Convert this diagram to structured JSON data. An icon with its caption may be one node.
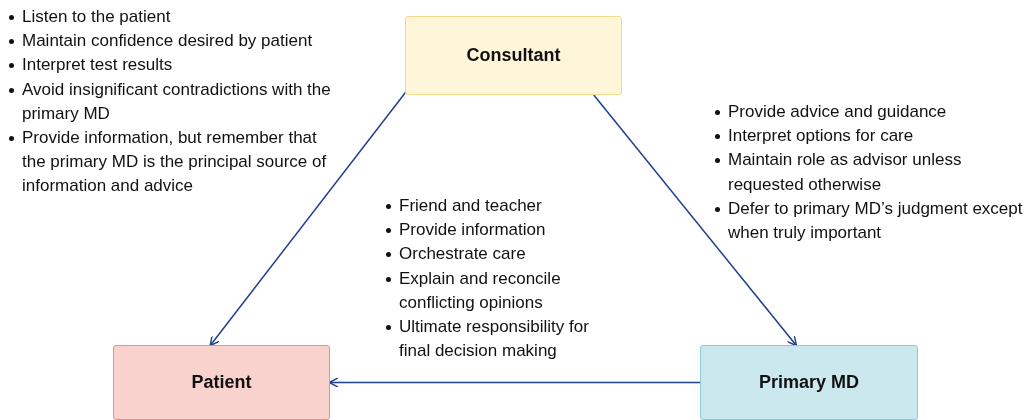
{
  "diagram": {
    "nodes": [
      {
        "text": [
          "Consultant"
        ]
      },
      {
        "text": [
          "Patient"
        ]
      },
      {
        "text": [
          "Primary MD"
        ]
      }
    ],
    "edges": [
      {
        "from": 0,
        "to": 1,
        "arrow": "to"
      },
      {
        "from": 0,
        "to": 2,
        "arrow": "to"
      },
      {
        "from": 2,
        "to": 1,
        "arrow": "to"
      }
    ],
    "labels": [
      "Listen to the patient",
      "Maintain confidence desired by patient",
      "Interpret test results",
      "Avoid insignificant contradictions with the primary MD",
      "Provide information, but remember that the primary MD is the principal source of information and advice",
      "Provide advice and guidance",
      "Interpret options for care",
      "Maintain role as advisor unless requested otherwise",
      "Defer to primary MD’s judgment except when truly important",
      "Friend and teacher",
      "Provide information",
      "Orchestrate care",
      "Explain and reconcile conflicting opinions",
      "Ultimate responsibility for final decision making"
    ]
  }
}
